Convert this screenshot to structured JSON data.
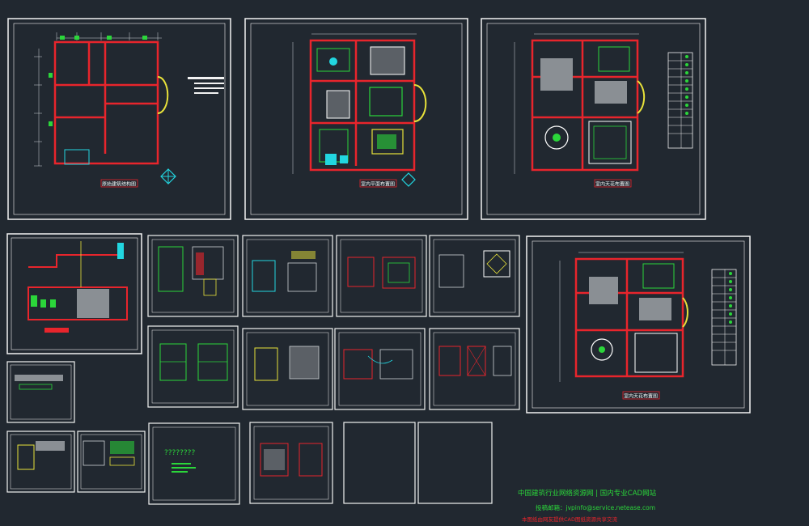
{
  "colors": {
    "background": "#212830",
    "frame": "#f2f2f2",
    "wall": "#e8252c",
    "green": "#2bd63a",
    "cyan": "#22d6e0",
    "yellow": "#e8e23a",
    "white": "#ffffff",
    "grey": "#8a8f94",
    "magenta": "#d43ad6"
  },
  "sheets": {
    "plan1_title": "原始建筑结构图",
    "plan2_title": "室内平面布置图",
    "plan3_title": "室内天花布置图",
    "plan4_title": "室内天花布置图",
    "notes_title": "????????"
  },
  "footer": {
    "line1": "中国建筑行业网络资源网 | 国内专业CAD网站",
    "line2": "投稿邮箱：jvpinfo@service.netease.com",
    "line3": "本图纸由网友提供CAD图纸资源共享交流"
  }
}
